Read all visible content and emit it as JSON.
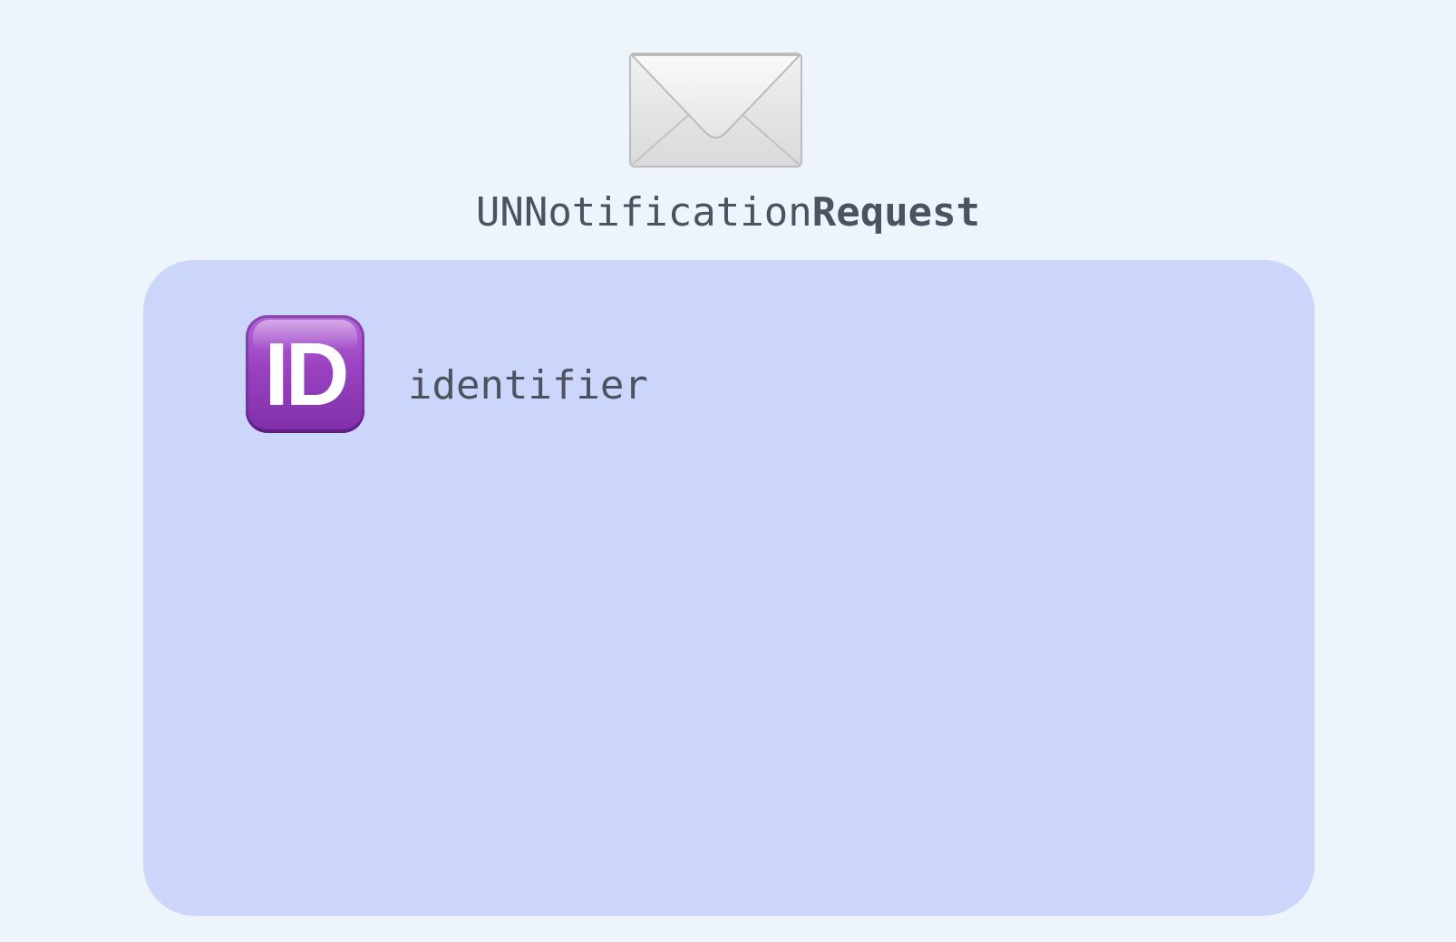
{
  "title": {
    "prefix": "UNNotification",
    "suffix": "Request"
  },
  "header_icon": "envelope-icon",
  "card": {
    "fields": [
      {
        "icon": "id-icon",
        "icon_text": "ID",
        "label": "identifier"
      }
    ]
  },
  "colors": {
    "page_background": "#eef4fc",
    "card_background": "#cbd6fa",
    "text": "#4c5260",
    "id_badge": "#9a42c2"
  }
}
